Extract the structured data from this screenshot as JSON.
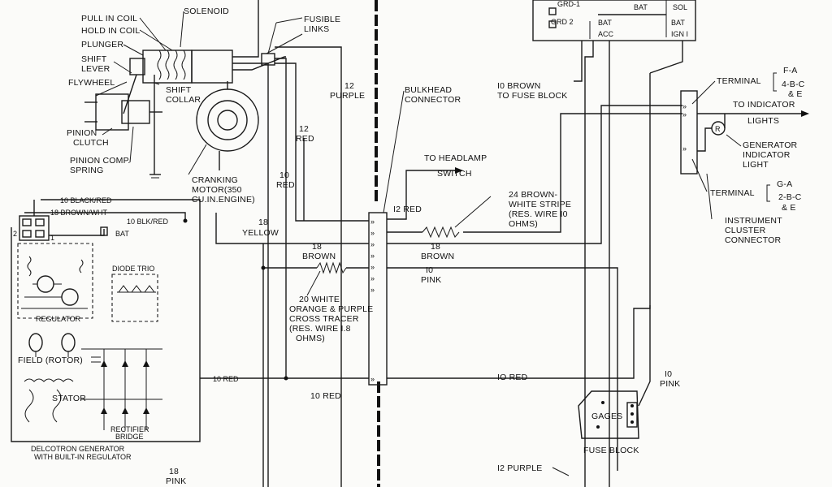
{
  "labels": {
    "pull_in_coil": "PULL IN COIL",
    "hold_in_coil": "HOLD IN COIL",
    "solenoid": "SOLENOID",
    "plunger": "PLUNGER",
    "shift_lever_1": "SHIFT",
    "shift_lever_2": "LEVER",
    "flywheel": "FLYWHEEL",
    "shift_collar_1": "SHIFT",
    "shift_collar_2": "COLLAR",
    "pinion_clutch_1": "PINION",
    "pinion_clutch_2": "CLUTCH",
    "pinion_spring_1": "PINION COMP.",
    "pinion_spring_2": "SPRING",
    "cranking_1": "CRANKING",
    "cranking_2": "MOTOR(350",
    "cranking_3": "CU.IN.ENGINE)",
    "fusible_1": "FUSIBLE",
    "fusible_2": "LINKS",
    "w12_purple_1": "12",
    "w12_purple_2": "PURPLE",
    "w12_red_1": "12",
    "w12_red_2": "RED",
    "w10_red_1": "10",
    "w10_red_2": "RED",
    "w18_yellow_1": "18",
    "w18_yellow_2": "YELLOW",
    "bulkhead_1": "BULKHEAD",
    "bulkhead_2": "CONNECTOR",
    "headlamp_1": "TO HEADLAMP",
    "headlamp_2": "SWITCH",
    "w12_red_h": "I2 RED",
    "brown_fuse_1": "I0 BROWN",
    "brown_fuse_2": "TO FUSE BLOCK",
    "grd1": "GRD-1",
    "grd2": "GRD 2",
    "bat_top": "BAT",
    "bat_mid": "BAT",
    "acc": "ACC",
    "sol": "SOL",
    "bat_r": "BAT",
    "ign1": "IGN I",
    "terminal_a": "TERMINAL",
    "fa": "F-A",
    "four_bc": "4-B-C",
    "and_e1": "& E",
    "to_indicator_1": "TO INDICATOR",
    "to_indicator_2": "LIGHTS",
    "gen_ind_1": "GENERATOR",
    "gen_ind_2": "INDICATOR",
    "gen_ind_3": "LIGHT",
    "terminal_b": "TERMINAL",
    "ga": "G-A",
    "two_bc": "2-B-C",
    "and_e2": "& E",
    "inst_1": "INSTRUMENT",
    "inst_2": "CLUSTER",
    "inst_3": "CONNECTOR",
    "r_circle": "R",
    "w10_black_red": "10 BLACK/RED",
    "w18_brown_wht": "18 BROWN/WHT",
    "w10_blk_red": "10 BLK/RED",
    "bat_gen": "BAT",
    "t2": "2",
    "t1": "1",
    "regulator": "REGULATOR",
    "diode_trio": "DIODE TRIO",
    "field_rotor": "FIELD (ROTOR)",
    "stator": "STATOR",
    "rectifier_1": "RECTIFIER",
    "rectifier_2": "BRIDGE",
    "delco_1": "DELCOTRON GENERATOR",
    "delco_2": "WITH BUILT-IN REGULATOR",
    "w18_brown_1": "18",
    "w18_brown_2": "BROWN",
    "w18_brown_3": "18",
    "w18_brown_4": "BROWN",
    "w24_1": "24 BROWN-",
    "w24_2": "WHITE STRIPE",
    "w24_3": "(RES. WIRE I0",
    "w24_4": "OHMS)",
    "w10_pink_1": "I0",
    "w10_pink_2": "PINK",
    "w20_1": "20 WHITE",
    "w20_2": "ORANGE & PURPLE",
    "w20_3": "CROSS TRACER",
    "w20_4": "(RES. WIRE I.8",
    "w20_5": "OHMS)",
    "w10_red_gen": "10 RED",
    "w10_red_low": "10 RED",
    "w10_red_mid": "IO RED",
    "w10_pink_r1": "I0",
    "w10_pink_r2": "PINK",
    "gages": "GAGES",
    "fuse_block": "FUSE BLOCK",
    "w18_pink_1": "18",
    "w18_pink_2": "PINK",
    "w12_purple_low": "I2 PURPLE"
  }
}
